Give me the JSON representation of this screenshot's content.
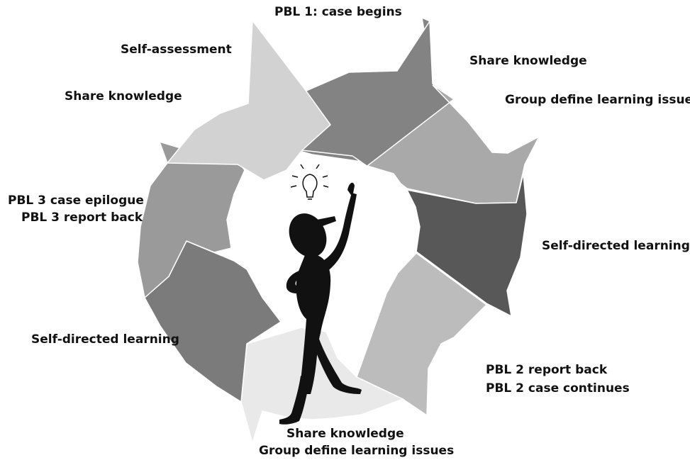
{
  "labels": {
    "pbl1_case_begins": "PBL 1: case begins",
    "share_knowledge_top_right": "Share knowledge",
    "group_define_top_right": "Group define learning issues",
    "self_directed_right": "Self-directed learning",
    "pbl2_report_back": "PBL 2 report back",
    "pbl2_case_continues": "PBL 2 case continues",
    "share_knowledge_bottom": "Share knowledge",
    "group_define_bottom": "Group define learning issues",
    "self_directed_left": "Self-directed learning",
    "pbl3_case_epilogue": "PBL 3 case epilogue",
    "pbl3_report_back": "PBL 3 report back",
    "share_knowledge_top_left": "Share knowledge",
    "self_assessment": "Self-assessment"
  },
  "colors": {
    "segment_1": "#838383",
    "segment_2": "#a9a9a9",
    "segment_3": "#585858",
    "segment_4": "#bcbcbc",
    "segment_5": "#e9e9e9",
    "segment_6": "#7b7b7b",
    "segment_7": "#9a9a9a",
    "segment_8": "#d2d2d2",
    "figure": "#111111"
  },
  "icons": {
    "center_figure": "thinking-person-icon",
    "lightbulb": "lightbulb-icon"
  }
}
